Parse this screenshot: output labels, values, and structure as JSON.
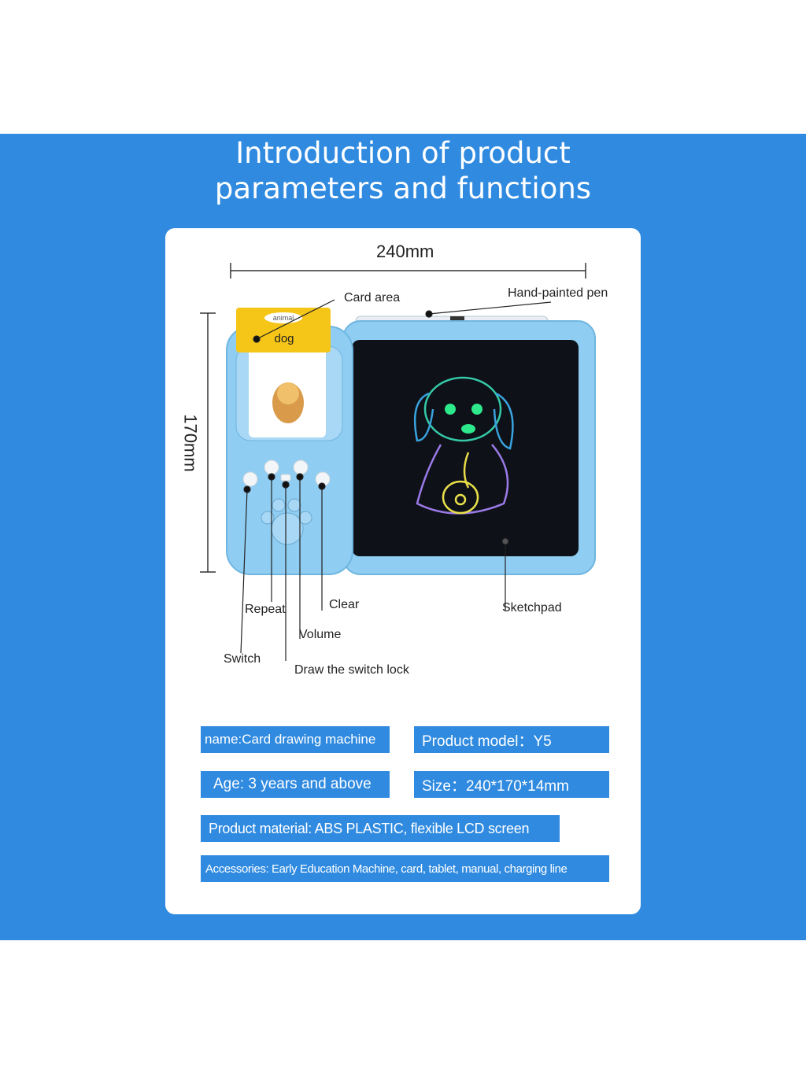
{
  "header": {
    "title_line1": "Introduction of product",
    "title_line2": "parameters and functions"
  },
  "dimensions": {
    "width": "240mm",
    "height": "170mm"
  },
  "device": {
    "card_category": "animal",
    "card_word": "dog"
  },
  "callouts": {
    "card_area": "Card area",
    "pen": "Hand-painted pen",
    "repeat": "Repeat",
    "clear": "Clear",
    "volume": "Volume",
    "switch": "Switch",
    "switch_lock": "Draw the switch lock",
    "sketchpad": "Sketchpad"
  },
  "specs": {
    "name": "name:Card drawing machine",
    "model": "Product model：Y5",
    "age": "Age: 3 years and above",
    "size": "Size：240*170*14mm",
    "material": "Product material: ABS PLASTIC, flexible LCD screen",
    "accessories": "Accessories: Early Education Machine, card, tablet, manual, charging line"
  },
  "colors": {
    "band": "#2f8ae0",
    "device_body": "#8fcdf2",
    "screen": "#0e1117",
    "card_yellow": "#f5c518"
  }
}
